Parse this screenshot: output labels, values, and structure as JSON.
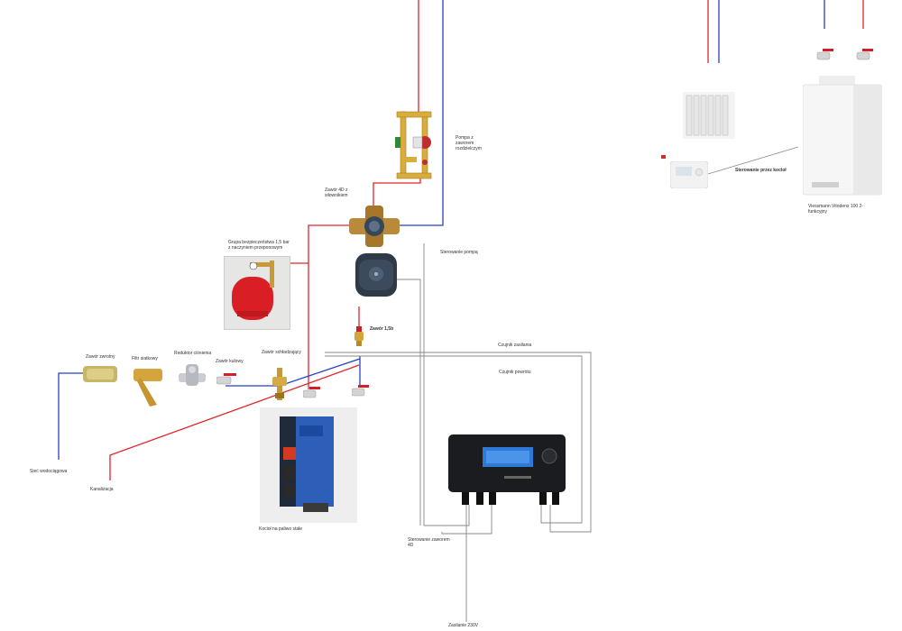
{
  "labels": {
    "zawor_zwrotny": "Zawór zwrotny",
    "filtr_siatkowy": "Filtr siatkowy",
    "reduktor_cisnienia": "Reduktor ciśnienia",
    "zawor_kulowy": "Zawór kulowy",
    "zawor_schladzajacy": "Zawór schładzający",
    "grupa_bezpieczenstwa": "Grupa bezpieczeństwa 1,5 bar\nz naczyniem przeponowym",
    "zawor_4d": "Zawór 4D z\nsiłownikiem",
    "pompa": "Pompa z\nzaworem\nrozdzielczym",
    "sterowanie_pompa": "Sterowanie pompą",
    "zawor_15": "Zawór 1,5b",
    "czujnik_zasilania": "Czujnik zasilania",
    "czujnik_powrotu": "Czujnik powrotu",
    "siec_wodociagowa": "Sieć wodociągowa",
    "kanalizacja": "Kanalizacja",
    "kociol": "Kocioł na paliwo stałe",
    "sterowanie_zaworem": "Sterowanie zaworem\n4D",
    "zasilanie": "Zasilanie 230V",
    "viessmann": "Viessmann Vitodens 100 2-\nfunkcyjny",
    "sterowanie_przez_kociol": "Sterowanie przez kocioł"
  },
  "colors": {
    "supply": "#e0262a",
    "return": "#2b3fc4",
    "wire": "#555555",
    "black_wire": "#111111"
  },
  "icons": {
    "radiator": "radiator-icon",
    "thermostat": "room-thermostat-icon",
    "gas_boiler": "gas-boiler-icon",
    "controller": "controller-icon"
  }
}
